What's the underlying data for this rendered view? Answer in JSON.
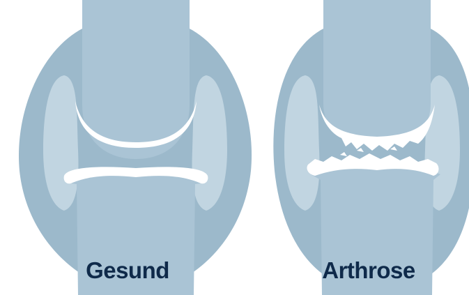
{
  "joints": [
    {
      "id": "healthy",
      "label": "Gesund"
    },
    {
      "id": "arthrosis",
      "label": "Arthrose"
    }
  ],
  "colors": {
    "background": "#ffffff",
    "capsule_outer": "#9cb9cb",
    "capsule_inner": "#c1d5e1",
    "bone": "#aac4d5",
    "cartilage": "#ffffff",
    "label_text": "#0f2a4a"
  }
}
